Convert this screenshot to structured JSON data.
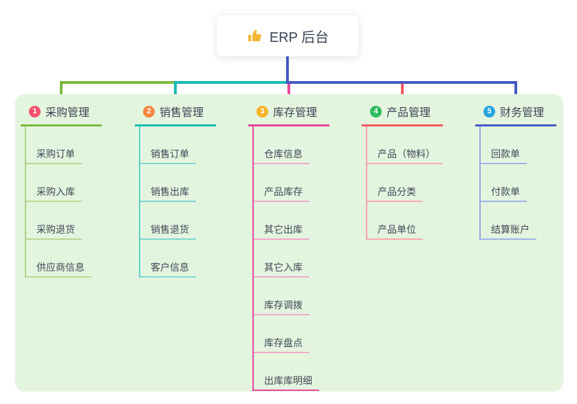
{
  "root": {
    "label": "ERP 后台",
    "icon": "thumbs-up-icon",
    "icon_color": "#f2b636"
  },
  "colors": {
    "page_bg": "#ffffff",
    "panel_bg": "#e4f5df",
    "root_line": "#4757c4",
    "text_dark": "#3a4355",
    "text_item": "#3d4757"
  },
  "branches": [
    {
      "number": "1",
      "title": "采购管理",
      "badge_color": "#f4526c",
      "line_color": "#7cb93e",
      "trunk_color": "#aad381",
      "item_line_color": "#b6da92",
      "items": [
        {
          "label": "采购订单"
        },
        {
          "label": "采购入库"
        },
        {
          "label": "采购退货"
        },
        {
          "label": "供应商信息"
        }
      ]
    },
    {
      "number": "2",
      "title": "销售管理",
      "badge_color": "#f6873f",
      "line_color": "#16bcb4",
      "trunk_color": "#64d0c9",
      "item_line_color": "#7ed8d2",
      "items": [
        {
          "label": "销售订单"
        },
        {
          "label": "销售出库"
        },
        {
          "label": "销售退货"
        },
        {
          "label": "客户信息"
        }
      ]
    },
    {
      "number": "3",
      "title": "库存管理",
      "badge_color": "#f9b327",
      "line_color": "#e8469b",
      "trunk_color": "#e8469b",
      "item_line_color": "#f2a9c9",
      "items": [
        {
          "label": "仓库信息"
        },
        {
          "label": "产品库存"
        },
        {
          "label": "其它出库"
        },
        {
          "label": "其它入库"
        },
        {
          "label": "库存调拨"
        },
        {
          "label": "库存盘点"
        },
        {
          "label": "出库库明细",
          "emphasis": true
        }
      ]
    },
    {
      "number": "4",
      "title": "产品管理",
      "badge_color": "#2fbc5f",
      "line_color": "#f8545f",
      "trunk_color": "#f8a0a4",
      "item_line_color": "#f9a9ab",
      "items": [
        {
          "label": "产品（物料）"
        },
        {
          "label": "产品分类"
        },
        {
          "label": "产品单位"
        }
      ]
    },
    {
      "number": "5",
      "title": "财务管理",
      "badge_color": "#28a3dd",
      "line_color": "#4459c5",
      "trunk_color": "#94aae2",
      "item_line_color": "#9fb3e6",
      "items": [
        {
          "label": "回款单"
        },
        {
          "label": "付款单"
        },
        {
          "label": "结算账户"
        }
      ]
    }
  ]
}
